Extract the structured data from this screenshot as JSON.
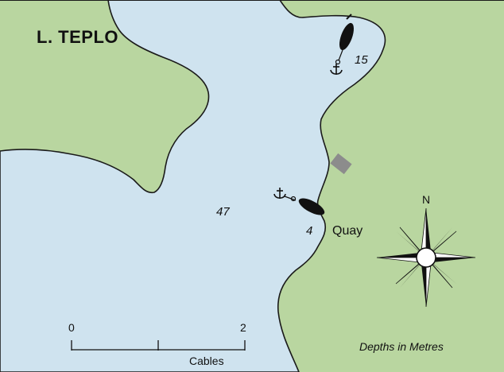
{
  "map": {
    "title": "L. TEPLO",
    "depths": [
      "15",
      "47",
      "4"
    ],
    "quay_label": "Quay",
    "north_label": "N",
    "scale": {
      "start": "0",
      "end": "2",
      "unit": "Cables"
    },
    "note": "Depths in Metres",
    "icons": [
      "buoy-icon",
      "anchor-icon",
      "compass-rose-icon",
      "building-icon"
    ],
    "colors": {
      "land": "#b9d6a0",
      "water": "#cfe3ef",
      "coast": "#1a1a1a",
      "building": "#8c8c8c"
    }
  }
}
